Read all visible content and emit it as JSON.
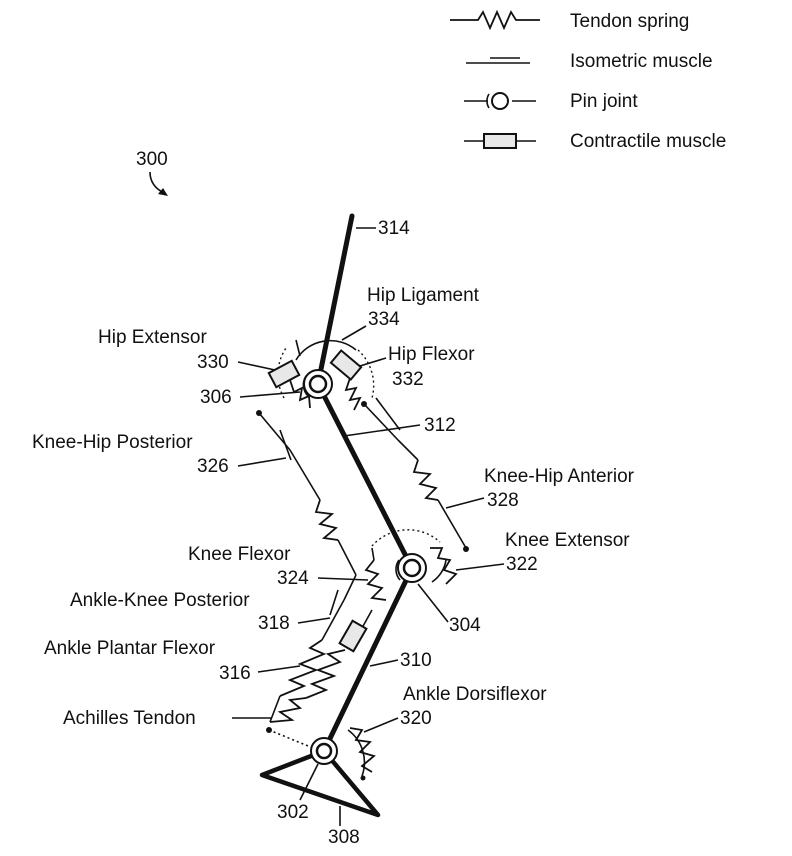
{
  "legend": {
    "tendon_spring": "Tendon spring",
    "isometric_muscle": "Isometric muscle",
    "pin_joint": "Pin joint",
    "contractile_muscle": "Contractile muscle"
  },
  "refs": {
    "r300": "300",
    "r314": "314",
    "r334": "334",
    "r330": "330",
    "r332": "332",
    "r306": "306",
    "r312": "312",
    "r326": "326",
    "r328": "328",
    "r324": "324",
    "r322": "322",
    "r318": "318",
    "r304": "304",
    "r316": "316",
    "r310": "310",
    "r320": "320",
    "r302": "302",
    "r308": "308"
  },
  "names": {
    "hip_ligament": "Hip Ligament",
    "hip_extensor": "Hip Extensor",
    "hip_flexor": "Hip Flexor",
    "knee_hip_posterior": "Knee-Hip Posterior",
    "knee_hip_anterior": "Knee-Hip Anterior",
    "knee_flexor": "Knee Flexor",
    "knee_extensor": "Knee Extensor",
    "ankle_knee_posterior": "Ankle-Knee Posterior",
    "ankle_plantar_flexor": "Ankle Plantar Flexor",
    "achilles_tendon": "Achilles Tendon",
    "ankle_dorsiflexor": "Ankle Dorsiflexor"
  }
}
